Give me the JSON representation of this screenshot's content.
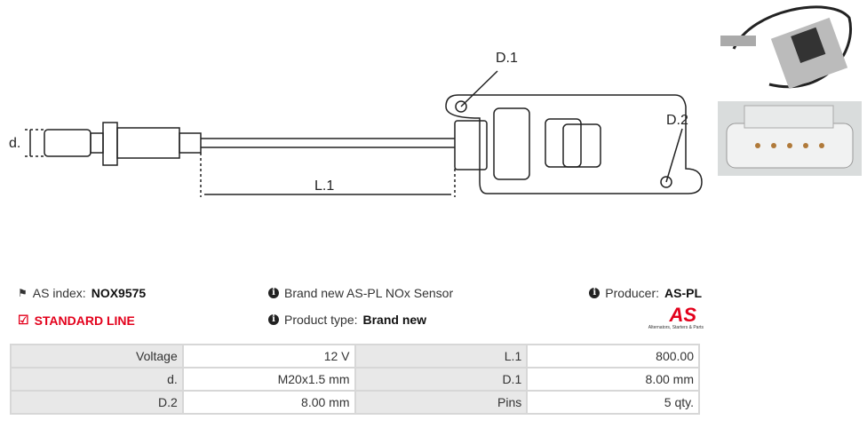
{
  "diagram": {
    "labels": {
      "d": "d.",
      "l1": "L.1",
      "d1": "D.1",
      "d2": "D.2"
    }
  },
  "info": {
    "as_index_label": "AS index:",
    "as_index_value": "NOX9575",
    "standard_line": "STANDARD LINE",
    "description": "Brand new AS-PL NOx Sensor",
    "product_type_label": "Product type:",
    "product_type_value": "Brand new",
    "producer_label": "Producer:",
    "producer_value": "AS-PL"
  },
  "logo": {
    "text": "AS",
    "tagline": "Alternators, Starters & Parts",
    "color": "#e3001b"
  },
  "specs": [
    [
      {
        "k": "Voltage",
        "v": "12 V"
      },
      {
        "k": "L.1",
        "v": "800.00"
      }
    ],
    [
      {
        "k": "d.",
        "v": "M20x1.5 mm"
      },
      {
        "k": "D.1",
        "v": "8.00 mm"
      }
    ],
    [
      {
        "k": "D.2",
        "v": "8.00 mm"
      },
      {
        "k": "Pins",
        "v": "5 qty."
      }
    ]
  ]
}
